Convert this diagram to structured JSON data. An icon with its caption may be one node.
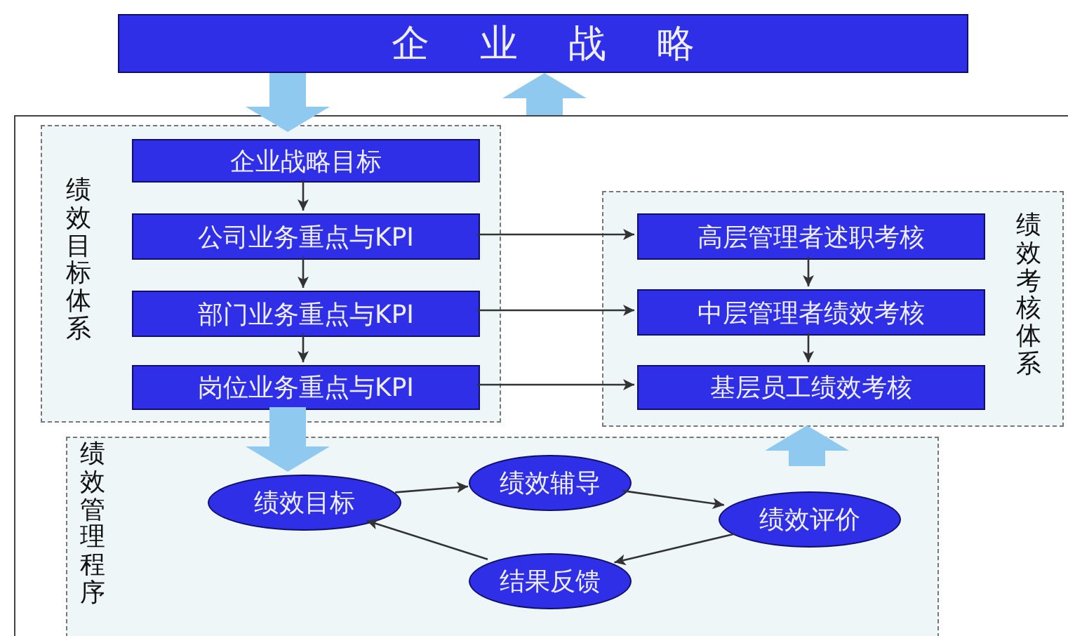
{
  "diagram": {
    "nodes": [
      {
        "text": [
          "企业战略"
        ]
      },
      {
        "text": [],
        "shape": "box"
      },
      {
        "text": [
          "绩效目标体系"
        ],
        "in": 1
      },
      {
        "text": [
          "企业战略目标"
        ],
        "in": 2
      },
      {
        "text": [
          "公司业务重点与KPI"
        ],
        "in": 2
      },
      {
        "text": [
          "部门业务重点与KPI"
        ],
        "in": 2
      },
      {
        "text": [
          "岗位业务重点与KPI"
        ],
        "in": 2
      },
      {
        "text": [
          "绩效考核体系"
        ],
        "in": 1
      },
      {
        "text": [
          "高层管理者述职考核"
        ],
        "in": 7
      },
      {
        "text": [
          "中层管理者绩效考核"
        ],
        "in": 7
      },
      {
        "text": [
          "基层员工绩效考核"
        ],
        "in": 7
      },
      {
        "text": [
          "绩效管理程序"
        ],
        "in": 1
      },
      {
        "text": [
          "绩效目标"
        ],
        "in": 11
      },
      {
        "text": [
          "绩效辅导"
        ],
        "in": 11
      },
      {
        "text": [
          "绩效评价"
        ],
        "in": 11
      },
      {
        "text": [
          "结果反馈"
        ],
        "in": 11
      }
    ],
    "edges": [
      {
        "from": 0,
        "to": 2,
        "arrow": "to",
        "style": "thick",
        "color": "#8fc9ef"
      },
      {
        "from": 1,
        "to": 0,
        "arrow": "to",
        "style": "thick",
        "color": "#8fc9ef"
      },
      {
        "from": 3,
        "to": 4,
        "arrow": "to"
      },
      {
        "from": 4,
        "to": 5,
        "arrow": "to"
      },
      {
        "from": 5,
        "to": 6,
        "arrow": "to"
      },
      {
        "from": 8,
        "to": 9,
        "arrow": "to"
      },
      {
        "from": 9,
        "to": 10,
        "arrow": "to"
      },
      {
        "from": 4,
        "to": 8,
        "arrow": "to"
      },
      {
        "from": 5,
        "to": 9,
        "arrow": "to"
      },
      {
        "from": 6,
        "to": 10,
        "arrow": "to"
      },
      {
        "from": 6,
        "to": 11,
        "arrow": "to",
        "style": "thick",
        "color": "#8fc9ef"
      },
      {
        "from": 11,
        "to": 7,
        "arrow": "to",
        "style": "thick",
        "color": "#8fc9ef"
      },
      {
        "from": 12,
        "to": 13,
        "arrow": "to"
      },
      {
        "from": 13,
        "to": 14,
        "arrow": "to"
      },
      {
        "from": 14,
        "to": 15,
        "arrow": "to"
      },
      {
        "from": 15,
        "to": 12,
        "arrow": "to"
      }
    ]
  }
}
